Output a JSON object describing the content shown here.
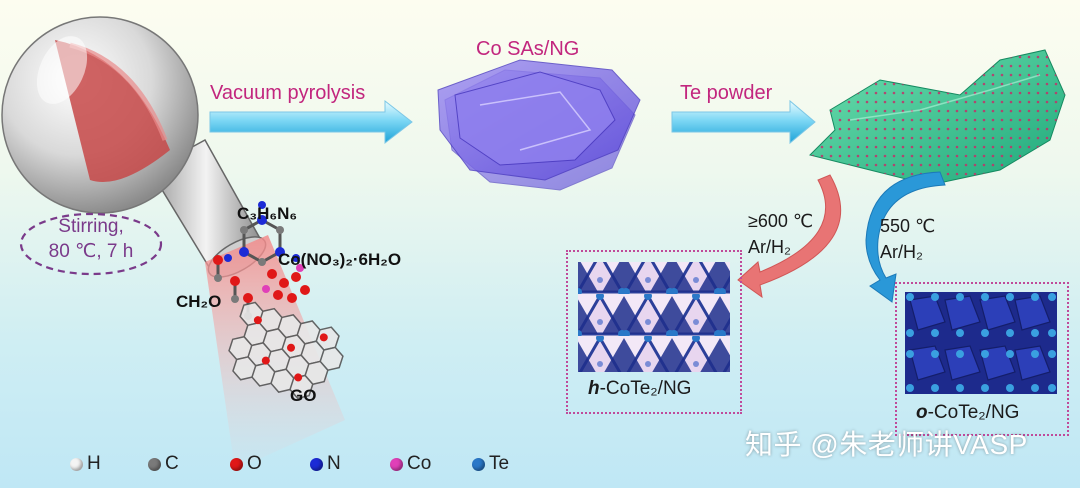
{
  "steps": {
    "pyrolysis_label": "Vacuum pyrolysis",
    "intermediate_label": "Co SAs/NG",
    "te_label": "Te powder"
  },
  "flask": {
    "condition_line1": "Stirring,",
    "condition_line2": "80 ℃, 7 h"
  },
  "reagents": {
    "melamine": "C₃H₆N₆",
    "cobalt_nitrate": "Co(NO₃)₂·6H₂O",
    "formaldehyde": "CH₂O",
    "graphene_oxide": "GO"
  },
  "conditions": {
    "hex": {
      "temp": "≥600 ℃",
      "gas": "Ar/H₂"
    },
    "ortho": {
      "temp": "550 ℃",
      "gas": "Ar/H₂"
    }
  },
  "products": {
    "hex_prefix": "h",
    "hex_suffix": "-CoTe₂/NG",
    "ortho_prefix": "o",
    "ortho_suffix": "-CoTe₂/NG"
  },
  "legend": [
    {
      "symbol": "H",
      "color": "#f4f4f4"
    },
    {
      "symbol": "C",
      "color": "#7a7a7a"
    },
    {
      "symbol": "O",
      "color": "#e01818"
    },
    {
      "symbol": "N",
      "color": "#1c2bd6"
    },
    {
      "symbol": "Co",
      "color": "#e040b8"
    },
    {
      "symbol": "Te",
      "color": "#2a78c8"
    }
  ],
  "watermark": "知乎 @朱老师讲VASP"
}
